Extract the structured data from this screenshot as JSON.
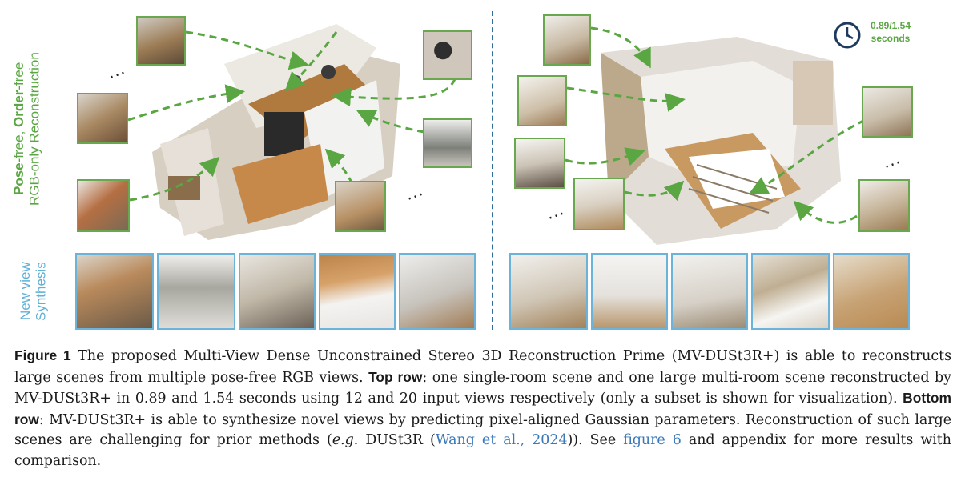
{
  "figure": {
    "side_label_top_line1_bold_1": "Pose",
    "side_label_top_line1_text_1": "-free, ",
    "side_label_top_line1_bold_2": "Order",
    "side_label_top_line1_text_2": "-free",
    "side_label_top_line2": "RGB-only Reconstruction",
    "side_label_bottom_line1": "New view",
    "side_label_bottom_line2": "Synthesis",
    "ellipsis": "...",
    "timer_line1": "0.89/1.54",
    "timer_line2": "seconds",
    "colors": {
      "green": "#5aa642",
      "thumb_border": "#6aa84f",
      "nv_border": "#6cb3d9",
      "divider": "#2f6f99",
      "link": "#3b78b8"
    },
    "icons": [
      "clock-icon"
    ]
  },
  "caption": {
    "fig_label": "Figure 1",
    "p1": " The proposed Multi-View Dense Unconstrained Stereo 3D Reconstruction Prime (MV-DUSt3R+) is able to reconstructs large scenes from multiple pose-free RGB views. ",
    "top_row_label": "Top row",
    "p2": ": one single-room scene and one large multi-room scene reconstructed by MV-DUSt3R+ in 0.89 and 1.54 seconds using 12 and 20 input views respectively (only a subset is shown for visualization). ",
    "bottom_row_label": "Bottom row",
    "p3": ": MV-DUSt3R+ is able to synthesize novel views by predicting pixel-aligned Gaussian parameters. Reconstruction of such large scenes are challenging for prior methods (",
    "eg": "e.g.",
    "p4": " DUSt3R (",
    "cite": "Wang et al., 2024",
    "p5": ")). See ",
    "fig_ref": "figure 6",
    "p6": " and appendix for more results with comparison."
  }
}
